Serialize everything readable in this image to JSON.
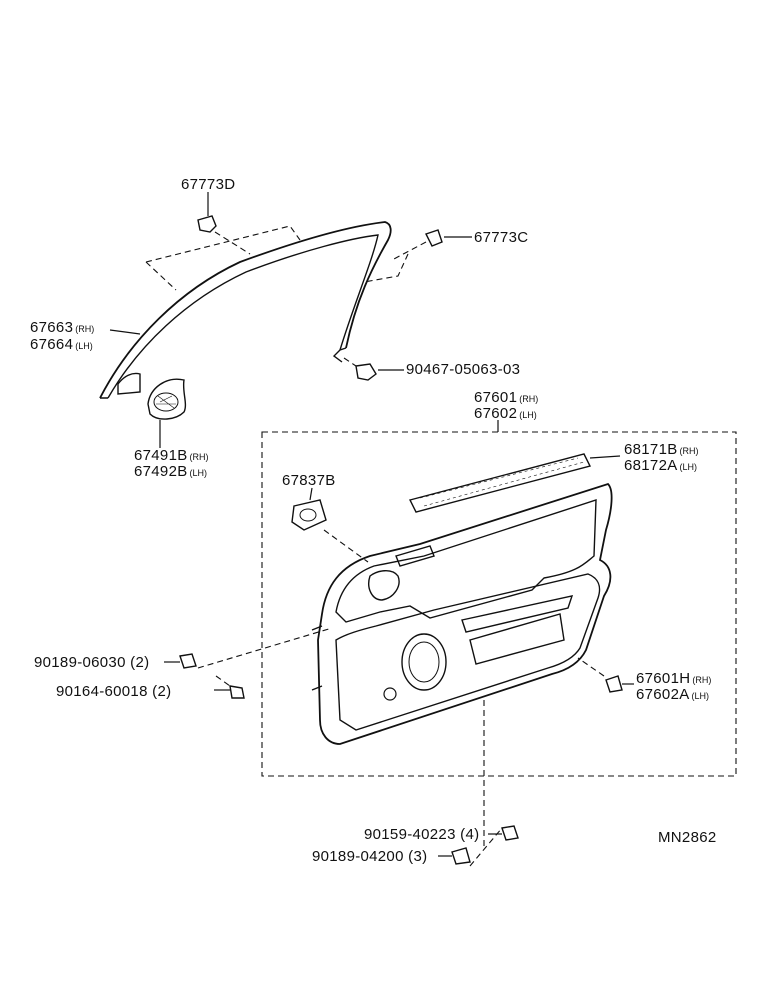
{
  "labels": {
    "p67773D": "67773D",
    "p67773C": "67773C",
    "p67663": "67663",
    "p67664": "67664",
    "p90467": "90467-05063-03",
    "p67601": "67601",
    "p67602": "67602",
    "p67491B": "67491B",
    "p67492B": "67492B",
    "p68171B": "68171B",
    "p68172A": "68172A",
    "p67837B": "67837B",
    "p90189a": "90189-06030 (2)",
    "p90164": "90164-60018 (2)",
    "p67601H": "67601H",
    "p67602A": "67602A",
    "p90189b": "90189-04200 (3)",
    "p90159": "90159-40223 (4)",
    "code": "MN2862"
  },
  "sides": {
    "rh": "(RH)",
    "lh": "(LH)"
  }
}
